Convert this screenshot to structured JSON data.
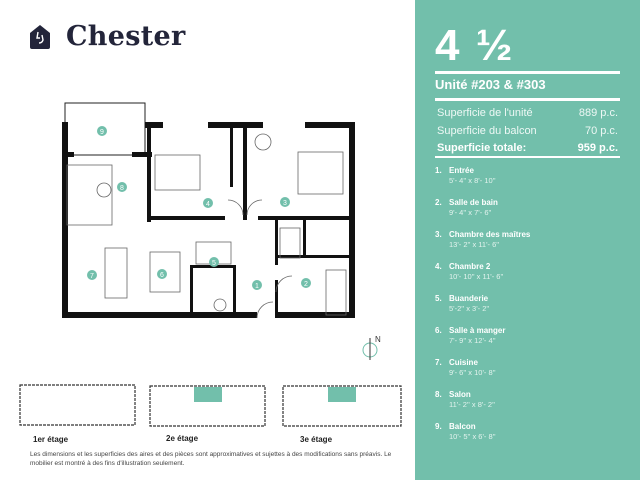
{
  "brand": {
    "name": "Chester",
    "logo_icon": "house-logo-icon"
  },
  "unit": {
    "rooms": "4 ½",
    "title": "Unité #203 & #303",
    "areas": [
      {
        "label": "Superficie de l'unité",
        "value": "889 p.c."
      },
      {
        "label": "Superficie du balcon",
        "value": "70 p.c."
      },
      {
        "label": "Superficie totale:",
        "value": "959 p.c."
      }
    ]
  },
  "rooms": [
    {
      "num": "1.",
      "name": "Entrée",
      "dim": "5'- 4'' x 8'- 10''"
    },
    {
      "num": "2.",
      "name": "Salle de bain",
      "dim": "9'- 4'' x 7'- 6''"
    },
    {
      "num": "3.",
      "name": "Chambre des maîtres",
      "dim": "13'- 2'' x 11'- 6''"
    },
    {
      "num": "4.",
      "name": "Chambre 2",
      "dim": "10'- 10'' x 11'- 6''"
    },
    {
      "num": "5.",
      "name": "Buanderie",
      "dim": "5'-2'' x 3'- 2''"
    },
    {
      "num": "6.",
      "name": "Salle à manger",
      "dim": "7'- 9'' x 12'- 4''"
    },
    {
      "num": "7.",
      "name": "Cuisine",
      "dim": "9'- 6'' x 10'- 8''"
    },
    {
      "num": "8.",
      "name": "Salon",
      "dim": "11'- 2'' x 8'- 2''"
    },
    {
      "num": "9.",
      "name": "Balcon",
      "dim": "10'- 5'' x 6'- 8''"
    }
  ],
  "plan_labels": [
    "1",
    "2",
    "3",
    "4",
    "5",
    "6",
    "7",
    "8",
    "9"
  ],
  "compass": "N",
  "floors": [
    {
      "label": "1er étage"
    },
    {
      "label": "2e étage"
    },
    {
      "label": "3e étage"
    }
  ],
  "disclaimer": "Les dimensions et les superficies des aires et des pièces sont approximatives et sujettes à des modifications sans préavis. Le mobilier est montré à des fins d'illustration seulement.",
  "colors": {
    "accent": "#72bfab",
    "dark": "#23253a"
  }
}
